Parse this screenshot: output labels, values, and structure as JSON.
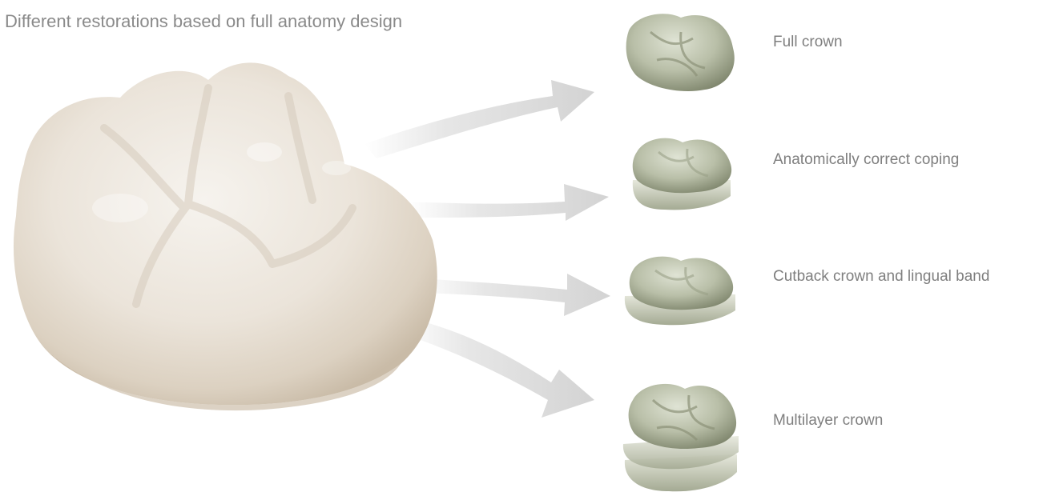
{
  "title": "Different restorations based on full anatomy design",
  "restorations": [
    {
      "label": "Full crown",
      "icon": "full-crown-icon"
    },
    {
      "label": "Anatomically correct coping",
      "icon": "coping-icon"
    },
    {
      "label": "Cutback crown and lingual band",
      "icon": "cutback-crown-icon"
    },
    {
      "label": "Multilayer crown",
      "icon": "multilayer-crown-icon"
    }
  ],
  "colors": {
    "text": "#8a8a8a",
    "arrow": "#d6d6d6",
    "tooth": "#ece6dc",
    "restoration": "#bfc5b0"
  }
}
